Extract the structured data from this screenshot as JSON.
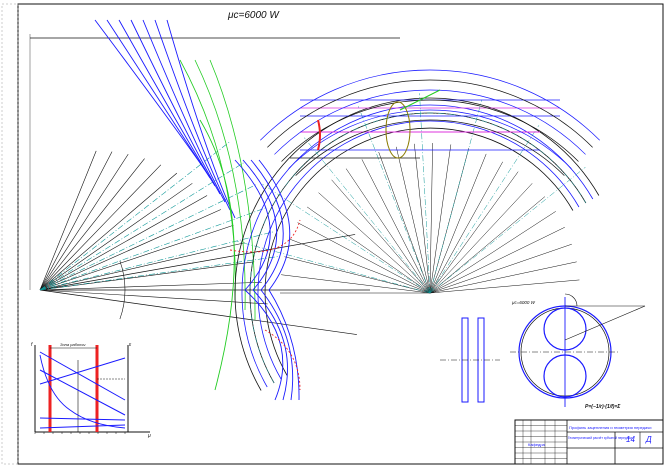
{
  "drawing": {
    "title": "μc=6000 W",
    "inset_title": "μc=6000 W",
    "formula": "P=(−1/r)·(1/f)=Σ",
    "colors": {
      "line": "#111111",
      "blue": "#1a1aff",
      "green": "#22cc22",
      "red": "#ee2222",
      "magenta": "#dd33dd",
      "cyan": "#119999"
    }
  },
  "graph": {
    "top_label": "Зона работы",
    "left_axis_label": "f",
    "right_axis_label": "ε",
    "x_axis_label": "μ"
  },
  "title_block": {
    "header": "Профиль зацепления и геометрия передачи",
    "subtitle": "Геометрический расчёт зубчатой передачи",
    "sheet_number": "14",
    "letter": "Д",
    "org": "Кафедра"
  }
}
